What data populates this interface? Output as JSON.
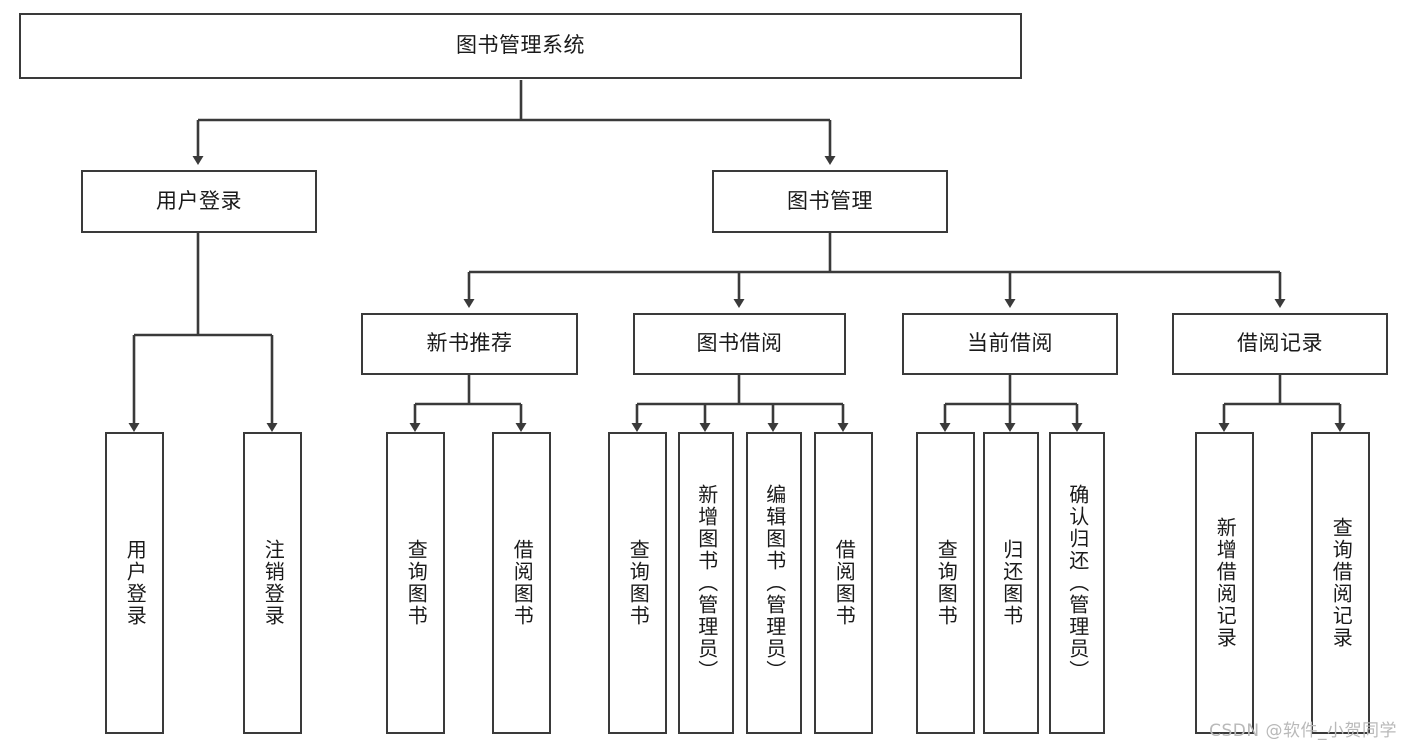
{
  "diagram": {
    "type": "tree-hierarchy",
    "title": "图书管理系统",
    "watermark": "CSDN @软件_小贺同学",
    "colors": {
      "box_border": "#3a3a3a",
      "box_fill": "#ffffff",
      "edge": "#3a3a3a",
      "text": "#1a1a1a",
      "watermark": "#b9b9b9",
      "background": "#ffffff"
    },
    "nodes": {
      "root": {
        "label": "图书管理系统"
      },
      "level2": [
        {
          "id": "user-login",
          "label": "用户登录"
        },
        {
          "id": "book-manage",
          "label": "图书管理"
        }
      ],
      "level3": [
        {
          "id": "new-book-rec",
          "label": "新书推荐"
        },
        {
          "id": "book-borrow",
          "label": "图书借阅"
        },
        {
          "id": "current-borrow",
          "label": "当前借阅"
        },
        {
          "id": "borrow-record",
          "label": "借阅记录"
        }
      ],
      "leaves": {
        "user_login": [
          {
            "id": "leaf-user-login",
            "label": "用户登录"
          },
          {
            "id": "leaf-logout",
            "label": "注销登录"
          }
        ],
        "new_book_rec": [
          {
            "id": "leaf-query-book-1",
            "label": "查询图书"
          },
          {
            "id": "leaf-borrow-book-1",
            "label": "借阅图书"
          }
        ],
        "book_borrow": [
          {
            "id": "leaf-query-book-2",
            "label": "查询图书"
          },
          {
            "id": "leaf-add-book",
            "label": "新增图书（管理员）"
          },
          {
            "id": "leaf-edit-book",
            "label": "编辑图书（管理员）"
          },
          {
            "id": "leaf-borrow-book-2",
            "label": "借阅图书"
          }
        ],
        "current_borrow": [
          {
            "id": "leaf-query-book-3",
            "label": "查询图书"
          },
          {
            "id": "leaf-return-book",
            "label": "归还图书"
          },
          {
            "id": "leaf-confirm-return",
            "label": "确认归还（管理员）"
          }
        ],
        "borrow_record": [
          {
            "id": "leaf-add-record",
            "label": "新增借阅记录"
          },
          {
            "id": "leaf-query-record",
            "label": "查询借阅记录"
          }
        ]
      }
    }
  }
}
